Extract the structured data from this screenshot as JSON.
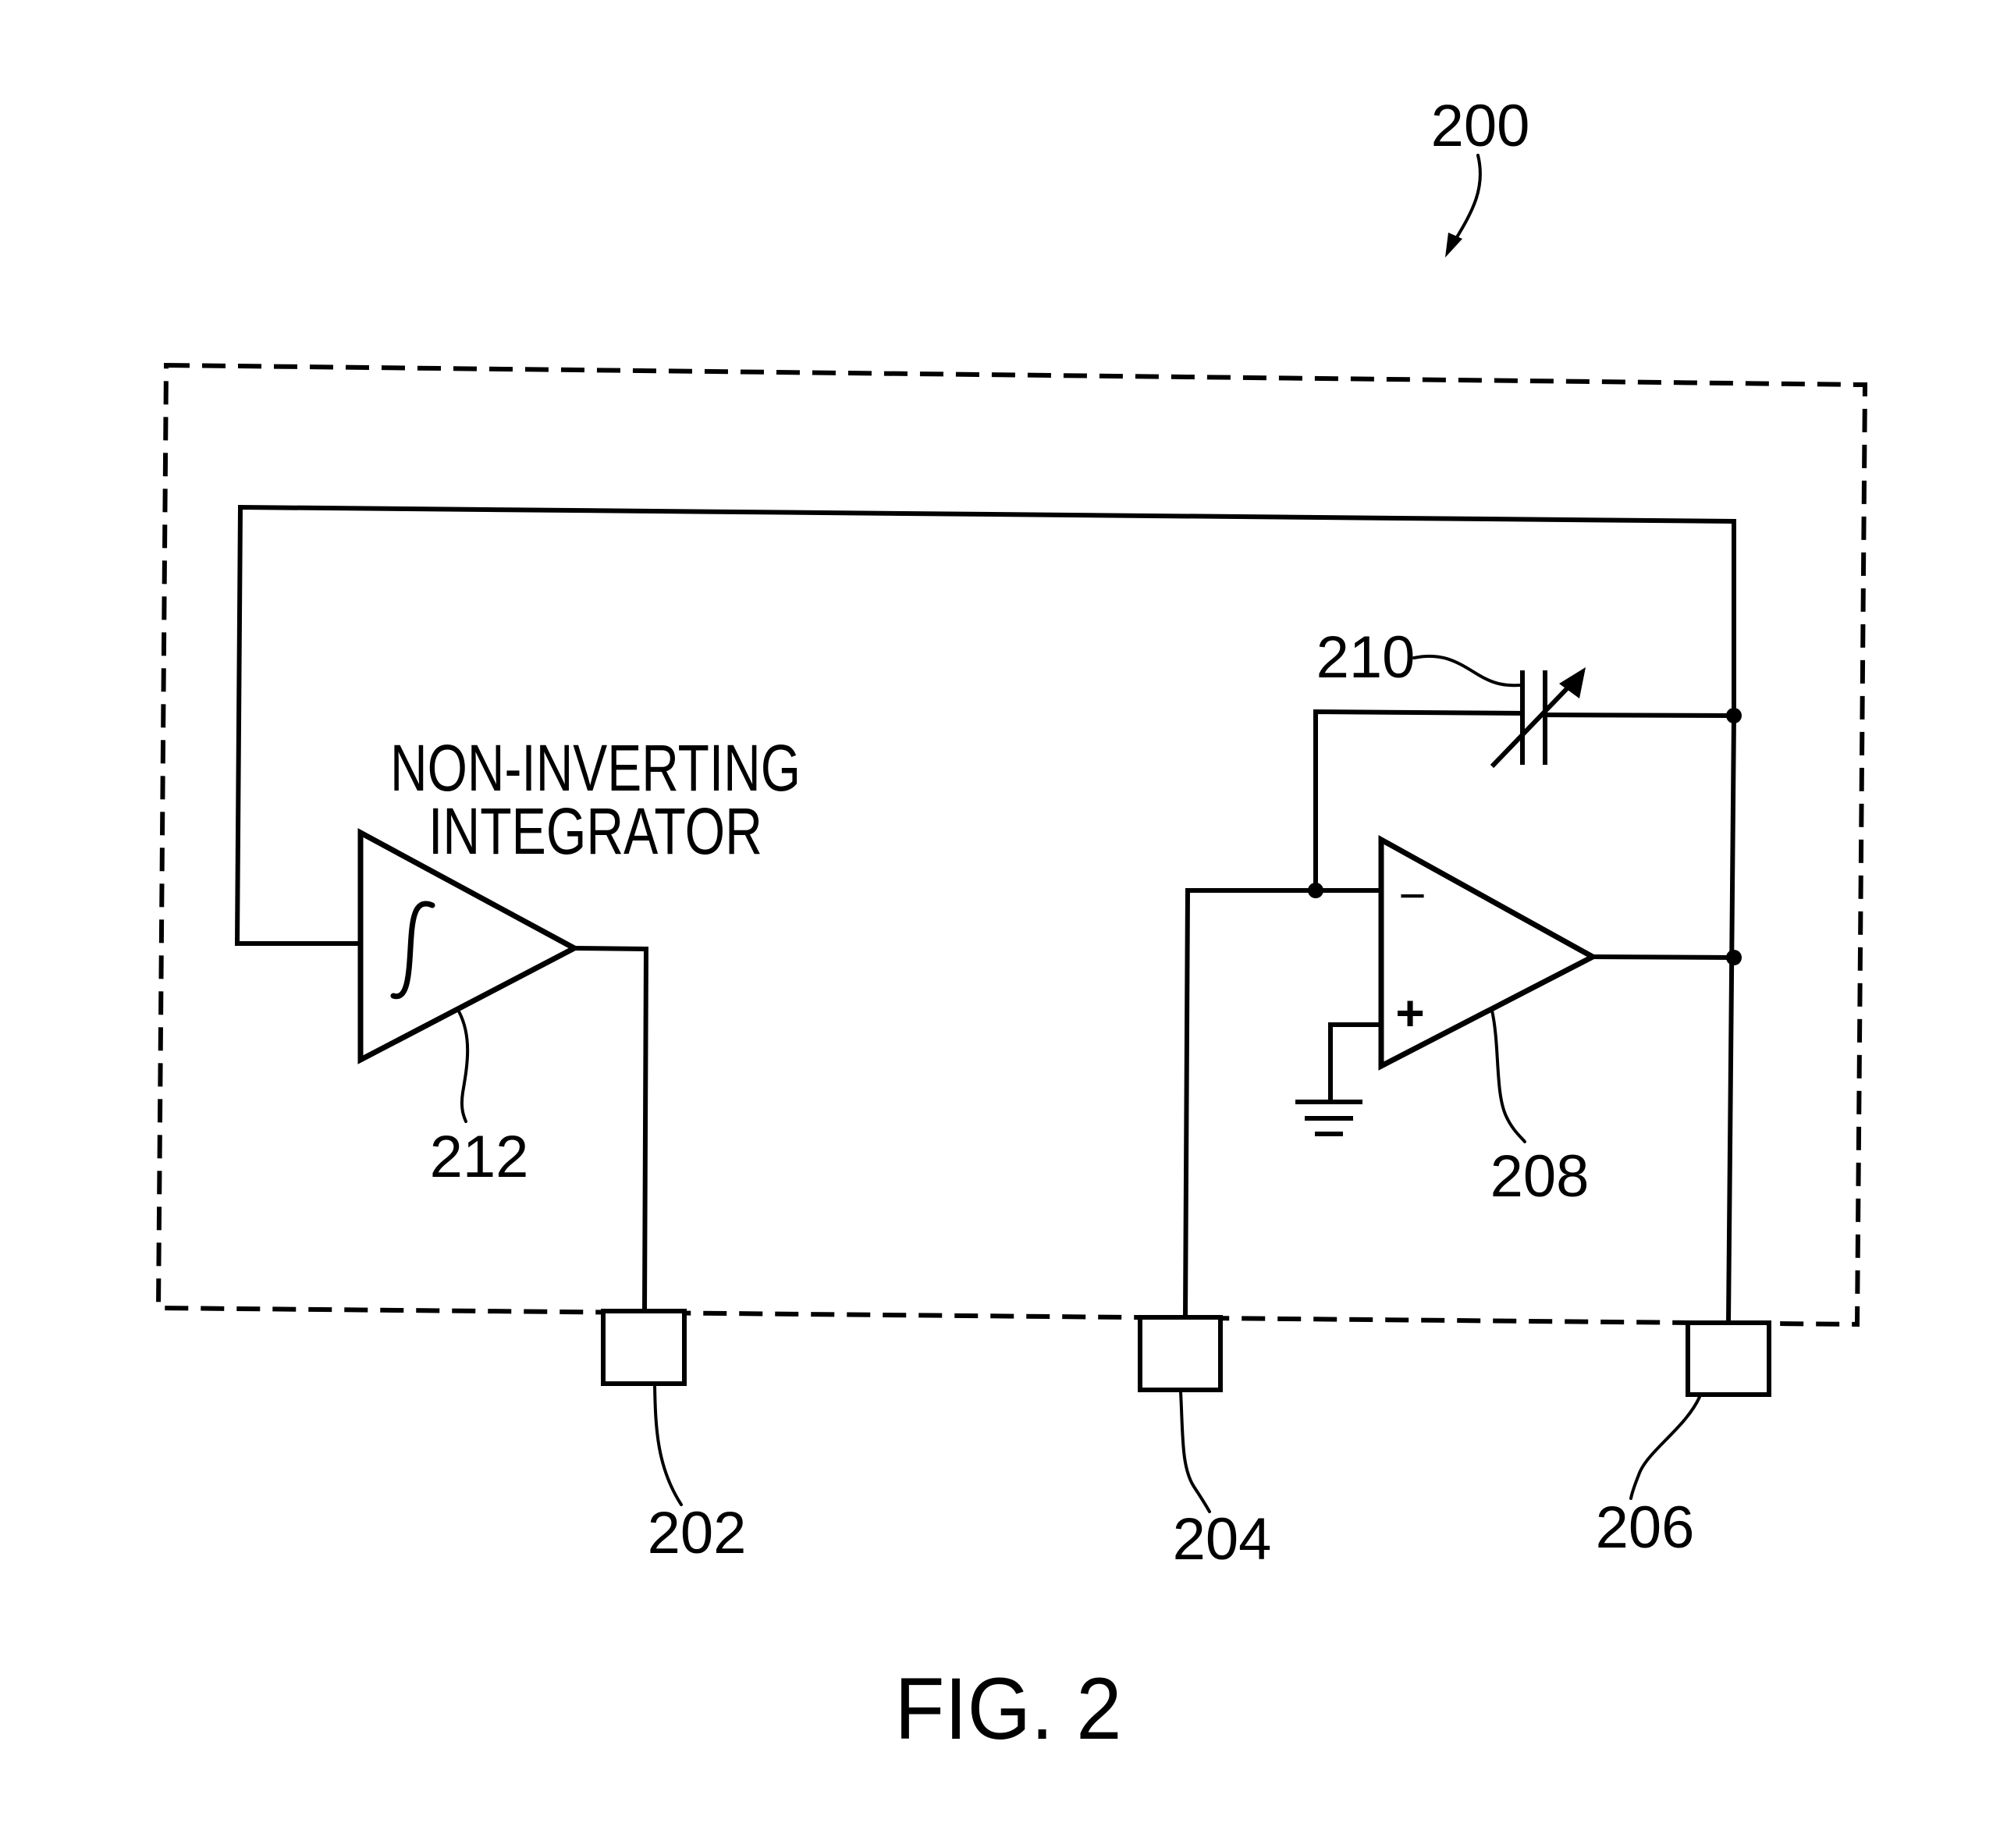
{
  "figure": {
    "caption": "FIG. 2",
    "circuit_ref": "200",
    "background_color": "#ffffff",
    "ink_color": "#000000"
  },
  "integrator": {
    "ref": "212",
    "label_line1": "NON-INVERTING",
    "label_line2": "INTEGRATOR",
    "symbol": "∫"
  },
  "opamp": {
    "ref": "208",
    "inverting_symbol": "−",
    "noninverting_symbol": "+"
  },
  "capacitor": {
    "ref": "210",
    "type": "variable-capacitor"
  },
  "ground": {
    "type": "ground-symbol"
  },
  "pads": [
    {
      "ref": "202"
    },
    {
      "ref": "204"
    },
    {
      "ref": "206"
    }
  ]
}
